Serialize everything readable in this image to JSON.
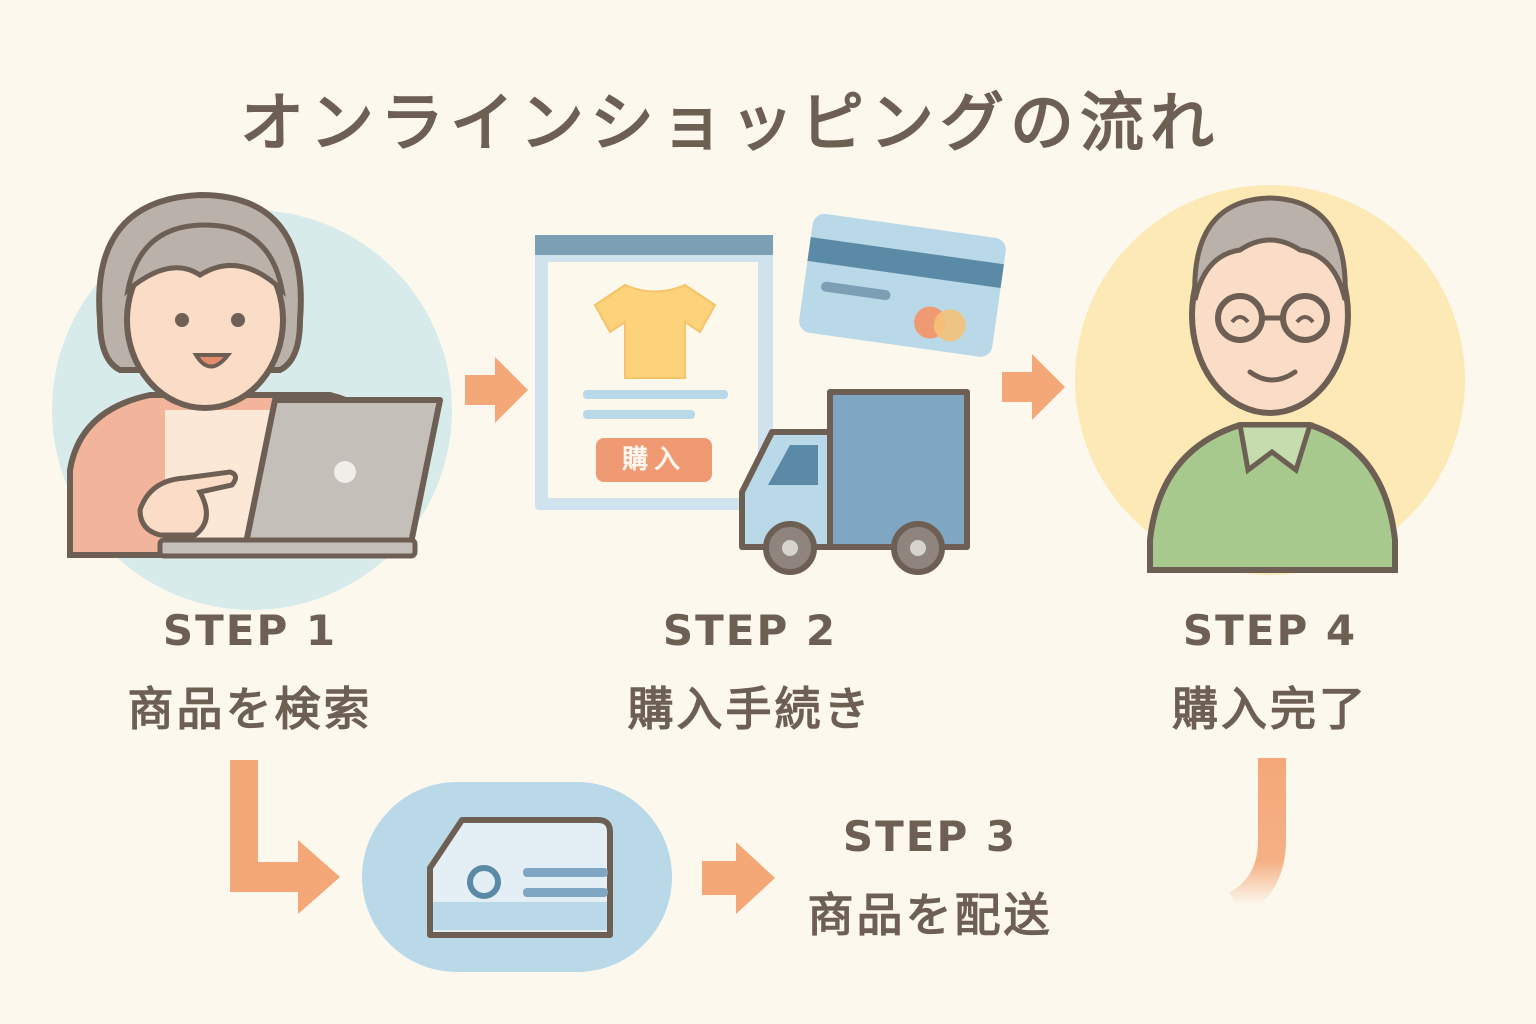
{
  "title": "オンラインショッピングの流れ",
  "steps": [
    {
      "step": "STEP 1",
      "desc": "商品を検索"
    },
    {
      "step": "STEP 2",
      "desc": "購入手続き"
    },
    {
      "step": "STEP 3",
      "desc": "商品を配送"
    },
    {
      "step": "STEP 4",
      "desc": "購入完了"
    }
  ],
  "buy_button": "購入",
  "icons": [
    "woman-laptop-icon",
    "product-page-icon",
    "t-shirt-icon",
    "credit-card-icon",
    "delivery-truck-icon",
    "delivery-slip-icon",
    "happy-man-icon",
    "arrow-icon"
  ],
  "colors": {
    "background": "#fcf8ee",
    "text": "#6e5f55",
    "arrow": "#f4a878",
    "accent": "#ef9a72",
    "blue": "#b9d8e8",
    "yellow": "#fce9b5",
    "green": "#a8c98e"
  }
}
